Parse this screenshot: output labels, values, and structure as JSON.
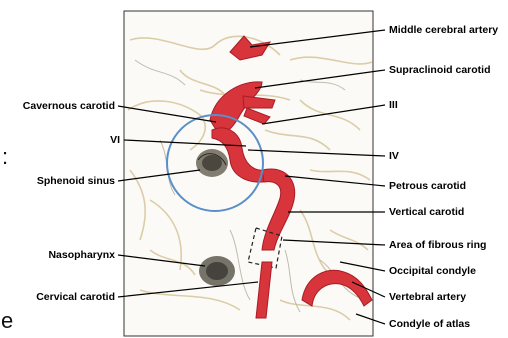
{
  "labels": {
    "middle_cerebral_artery": "Middle cerebral artery",
    "supraclinoid_carotid": "Supraclinoid carotid",
    "cavernous_carotid": "Cavernous carotid",
    "iii": "III",
    "vi": "VI",
    "iv": "IV",
    "sphenoid_sinus": "Sphenoid sinus",
    "petrous_carotid": "Petrous carotid",
    "vertical_carotid": "Vertical carotid",
    "area_of_fibrous_ring": "Area of fibrous ring",
    "nasopharynx": "Nasopharynx",
    "occipital_condyle": "Occipital condyle",
    "cervical_carotid": "Cervical carotid",
    "vertebral_artery": "Vertebral artery",
    "condyle_of_atlas": "Condyle of atlas"
  },
  "edge_fragments": {
    "colon": ":",
    "letter_e": "e"
  },
  "colors": {
    "artery_red": "#d8343c",
    "artery_dark": "#a81c24",
    "highlight_circle": "#5a8fc8",
    "sketch_tan": "#d9c8a0"
  }
}
